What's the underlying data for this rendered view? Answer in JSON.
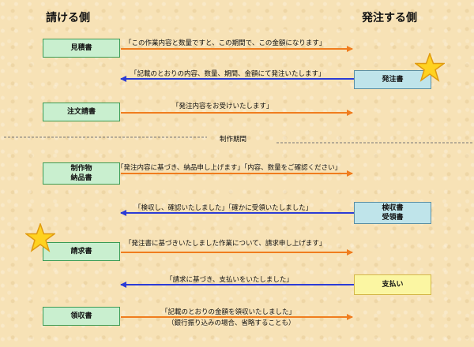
{
  "headings": {
    "contractor": "請ける側",
    "orderer": "発注する側"
  },
  "documents": {
    "estimate": "見積書",
    "purchase_order": "発注書",
    "order_acknowledgement": "注文請書",
    "deliverable": "制作物",
    "delivery_note": "納品書",
    "inspection_receipt": "検収書",
    "receipt_confirmation": "受領書",
    "invoice": "請求書",
    "payment": "支払い",
    "receipt": "領収書"
  },
  "divider": {
    "production_period": "制作期間"
  },
  "messages": {
    "estimate_msg": "「この作業内容と数量ですと、この期間で、この金額になります」",
    "order_msg": "「記載のとおりの内容、数量、期間、金額にて発注いたします」",
    "acknowledge_msg": "「発注内容をお受けいたします」",
    "delivery_msg": "「発注内容に基づき、納品申し上げます」「内容、数量をご確認ください」",
    "inspection_msg": "「検収し、確認いたしました」「確かに受領いたしました」",
    "invoice_msg": "「発注書に基づきいたしました作業について、請求申し上げます」",
    "payment_msg": "「請求に基づき、支払いをいたしました」",
    "receipt_msg": "「記載のとおりの金額を領収いたしました」",
    "receipt_note": "（銀行振り込みの場合、省略することも）"
  },
  "colors": {
    "to_orderer_arrow": "#f07d1e",
    "to_contractor_arrow": "#2b3bd6",
    "star_fill": "#ffd21f",
    "star_stroke": "#e09a10"
  },
  "icons": {
    "highlight": "star-icon"
  }
}
